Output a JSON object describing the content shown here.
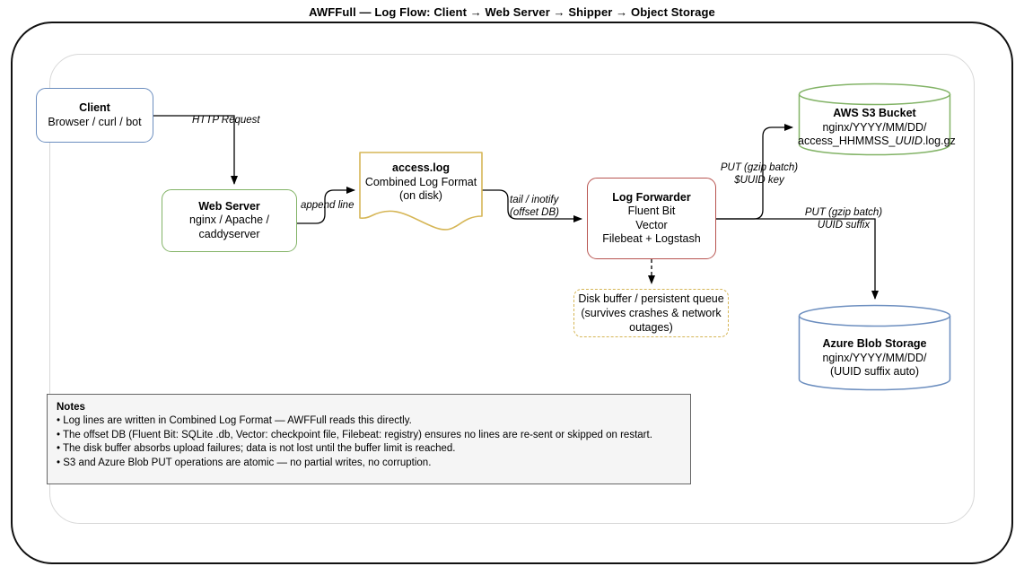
{
  "title": "AWFFull — Log Flow: Client → Web Server → Shipper → Object Storage",
  "colors": {
    "client_border": "#6c8ebf",
    "webserver_border": "#82b366",
    "accesslog_border": "#d6b656",
    "logforwarder_border": "#b85450",
    "diskbuffer_border": "#d6b656",
    "s3_border": "#82b366",
    "azure_border": "#6c8ebf",
    "notes_fill": "#f5f5f5",
    "notes_border": "#666666",
    "frame_outer": "#111111",
    "frame_inner": "#d8d8d8",
    "edge": "#000000"
  },
  "nodes": {
    "client": {
      "title": "Client",
      "lines": [
        "Browser / curl / bot"
      ]
    },
    "webserver": {
      "title": "Web Server",
      "lines": [
        "nginx / Apache /",
        "caddyserver"
      ]
    },
    "accesslog": {
      "title": "access.log",
      "lines": [
        "Combined Log Format",
        "(on disk)"
      ]
    },
    "logforwarder": {
      "title": "Log Forwarder",
      "lines": [
        "Fluent Bit",
        "Vector",
        "Filebeat + Logstash"
      ]
    },
    "diskbuffer": {
      "title": "",
      "lines": [
        "Disk buffer / persistent queue",
        "(survives crashes & network",
        "outages)"
      ]
    },
    "s3": {
      "title": "AWS S3 Bucket",
      "lines": [
        "nginx/YYYY/MM/DD/"
      ],
      "line_italic_mix": {
        "pre": "access_HHMMSS_",
        "italic": "UUID",
        "post": ".log.gz"
      }
    },
    "azure": {
      "title": "Azure Blob Storage",
      "lines": [
        "nginx/YYYY/MM/DD/",
        "(UUID suffix auto)"
      ]
    }
  },
  "edges": [
    {
      "name": "client-to-webserver",
      "label_lines": [
        "HTTP Request"
      ]
    },
    {
      "name": "webserver-to-accesslog",
      "label_lines": [
        "append line"
      ]
    },
    {
      "name": "accesslog-to-forwarder",
      "label_lines": [
        "tail / inotify",
        "(offset DB)"
      ]
    },
    {
      "name": "forwarder-to-s3",
      "label_lines": [
        "PUT (gzip batch)",
        "$UUID key"
      ]
    },
    {
      "name": "forwarder-to-azure",
      "label_lines": [
        "PUT (gzip batch)",
        "UUID suffix"
      ]
    },
    {
      "name": "forwarder-to-diskbuffer",
      "label_lines": []
    }
  ],
  "notes": {
    "heading": "Notes",
    "items": [
      "• Log lines are written in Combined Log Format — AWFFull reads this directly.",
      "• The offset DB (Fluent Bit: SQLite .db, Vector: checkpoint file, Filebeat: registry) ensures no lines are re-sent or skipped on restart.",
      "• The disk buffer absorbs upload failures; data is not lost until the buffer limit is reached.",
      "• S3 and Azure Blob PUT operations are atomic — no partial writes, no corruption."
    ]
  }
}
